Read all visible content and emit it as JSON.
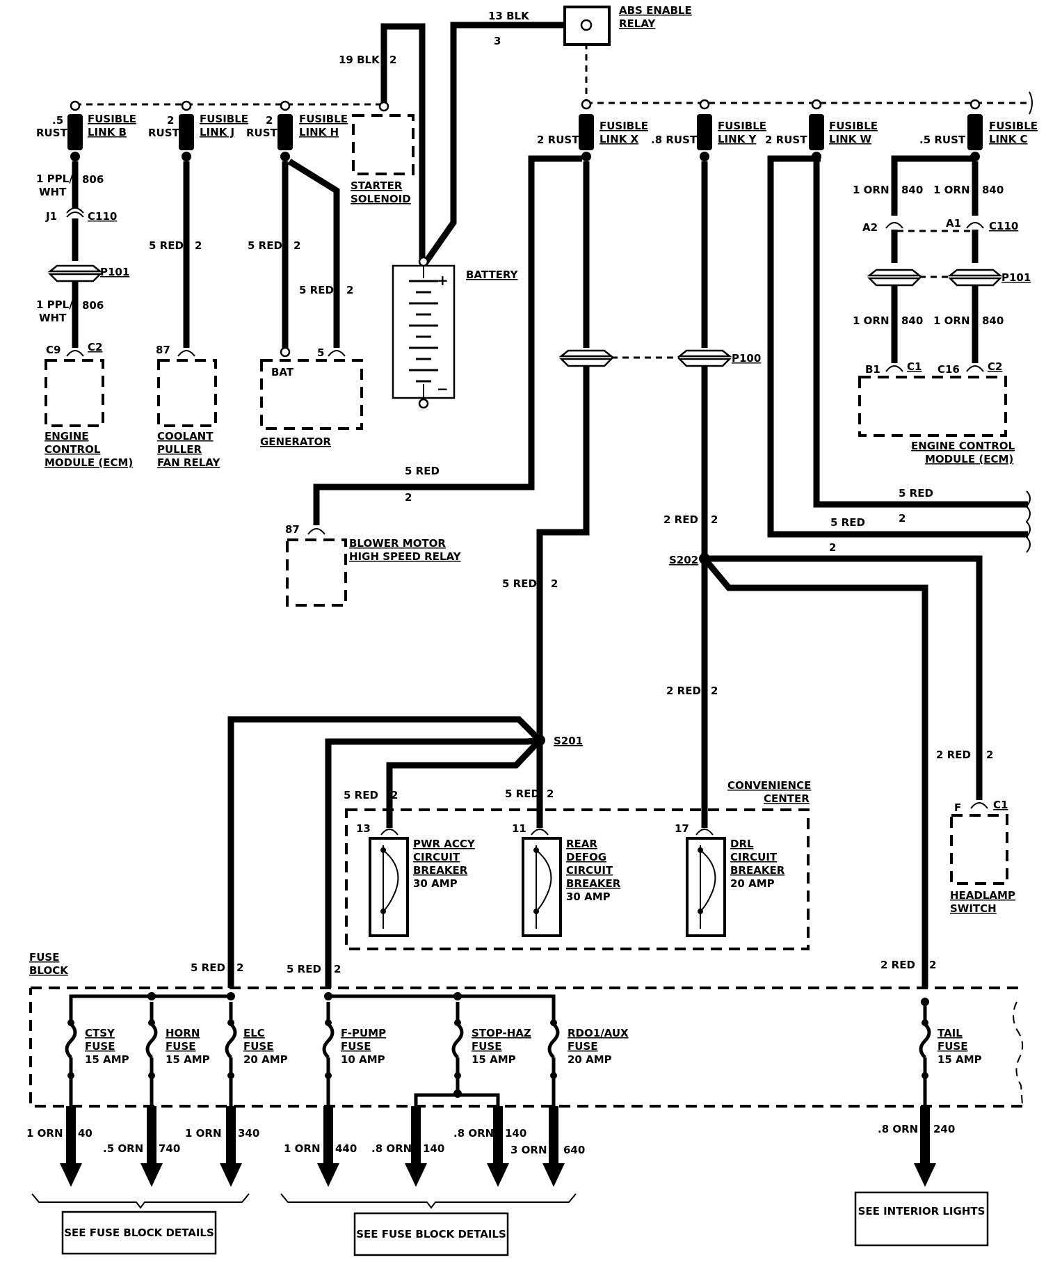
{
  "labels": {
    "abs_relay": [
      "ABS ENABLE",
      "RELAY"
    ],
    "w_13blk": "13 BLK",
    "w_13blk_pin": "3",
    "w_19blk": "19 BLK",
    "w_19blk_pin": "2",
    "starter": [
      "STARTER",
      "SOLENOID"
    ],
    "battery": "BATTERY",
    "battery_plus": "+",
    "battery_minus": "−",
    "fl_b": {
      "size": ".5",
      "color": "RUST",
      "name": [
        "FUSIBLE",
        "LINK B"
      ]
    },
    "fl_j": {
      "size": "2",
      "color": "RUST",
      "name": [
        "FUSIBLE",
        "LINK J"
      ]
    },
    "fl_h": {
      "size": "2",
      "color": "RUST",
      "name": [
        "FUSIBLE",
        "LINK H"
      ]
    },
    "fl_x": {
      "label": "2 RUST",
      "name": [
        "FUSIBLE",
        "LINK X"
      ]
    },
    "fl_y": {
      "label": ".8 RUST",
      "name": [
        "FUSIBLE",
        "LINK Y"
      ]
    },
    "fl_w": {
      "label": "2 RUST",
      "name": [
        "FUSIBLE",
        "LINK W"
      ]
    },
    "fl_c": {
      "label": ".5 RUST",
      "name": [
        "FUSIBLE",
        "LINK C"
      ]
    },
    "ecm_left": {
      "w1": [
        "1 PPL/",
        "WHT"
      ],
      "w1_circ": "806",
      "j1": "J1",
      "c110": "C110",
      "p101": "P101",
      "w2": [
        "1 PPL/",
        "WHT"
      ],
      "w2_circ": "806",
      "pin": "C9",
      "conn": "C2",
      "name": [
        "ENGINE",
        "CONTROL",
        "MODULE (ECM)"
      ]
    },
    "coolant": {
      "wire": "5 RED",
      "circ": "2",
      "pin": "87",
      "name": [
        "COOLANT",
        "PULLER",
        "FAN RELAY"
      ]
    },
    "generator": {
      "w1": "5 RED",
      "w1_circ": "2",
      "w2": "5 RED",
      "w2_circ": "2",
      "bat": "BAT",
      "pin5": "5",
      "bat_label": "BAT",
      "name": "GENERATOR"
    },
    "ecm_right": {
      "w1": "1 ORN",
      "w1c": "840",
      "w2": "1 ORN",
      "w2c": "840",
      "a2": "A2",
      "a1": "A1",
      "c110": "C110",
      "p101": "P101",
      "w3": "1 ORN",
      "w3c": "840",
      "w4": "1 ORN",
      "w4c": "840",
      "b1": "B1",
      "c1": "C1",
      "c16": "C16",
      "c2": "C2",
      "name": [
        "ENGINE CONTROL",
        "MODULE (ECM)"
      ]
    },
    "p100": "P100",
    "blower": {
      "wire": "5 RED",
      "circ": "2",
      "pin": "87",
      "name": [
        "BLOWER MOTOR",
        "HIGH SPEED RELAY"
      ]
    },
    "w5red_right": "5 RED",
    "w5red_right2": "5 RED",
    "w5red_right2_circ": "2",
    "s202": "S202",
    "w2red_y": "2 RED",
    "w2red_y_circ": "2",
    "s202_circ": "2",
    "w5red_x": "5 RED",
    "w5red_x_circ": "2",
    "w2red_y2": "2 RED",
    "w2red_y2_circ": "2",
    "s201": "S201",
    "headlamp": {
      "wire": "2 RED",
      "circ": "2",
      "pin": "F",
      "conn": "C1",
      "name": [
        "HEADLAMP",
        "SWITCH"
      ]
    },
    "convenience": [
      "CONVENIENCE",
      "CENTER"
    ],
    "cb": [
      {
        "pin": "13",
        "wire": "5 RED",
        "circ": "2",
        "name": [
          "PWR ACCY",
          "CIRCUIT",
          "BREAKER",
          "30 AMP"
        ]
      },
      {
        "pin": "11",
        "wire": "5 RED",
        "circ": "2",
        "name": [
          "REAR",
          "DEFOG",
          "CIRCUIT",
          "BREAKER",
          "30 AMP"
        ]
      },
      {
        "pin": "17",
        "name": [
          "DRL",
          "CIRCUIT",
          "BREAKER",
          "20 AMP"
        ]
      }
    ],
    "fuse_block": [
      "FUSE",
      "BLOCK"
    ],
    "fb_w1": "5 RED",
    "fb_w1_circ": "2",
    "fb_w2": "5 RED",
    "fb_w2_circ": "2",
    "fb_w3": "2 RED",
    "fb_w3_circ": "2",
    "fuses": [
      {
        "name": [
          "CTSY",
          "FUSE",
          "15 AMP"
        ],
        "out": "1 ORN",
        "circ": "40"
      },
      {
        "name": [
          "HORN",
          "FUSE",
          "15 AMP"
        ],
        "out": ".5 ORN",
        "circ": "740"
      },
      {
        "name": [
          "ELC",
          "FUSE",
          "20 AMP"
        ],
        "out": "1 ORN",
        "circ": "340"
      },
      {
        "name": [
          "F-PUMP",
          "FUSE",
          "10 AMP"
        ],
        "out": "1 ORN",
        "circ": "440"
      },
      {
        "name": [
          "STOP-HAZ",
          "FUSE",
          "15 AMP"
        ],
        "out_a": ".8 ORN",
        "circ_a": "140",
        "out_b": ".8 ORN",
        "circ_b": "140"
      },
      {
        "name": [
          "RDO1/AUX",
          "FUSE",
          "20 AMP"
        ],
        "out": "3 ORN",
        "circ": "640"
      },
      {
        "name": [
          "TAIL",
          "FUSE",
          "15 AMP"
        ],
        "out": ".8 ORN",
        "circ": "240"
      }
    ],
    "see_fb_1": "SEE FUSE BLOCK DETAILS",
    "see_fb_2": "SEE FUSE BLOCK DETAILS",
    "see_interior": "SEE INTERIOR LIGHTS"
  }
}
